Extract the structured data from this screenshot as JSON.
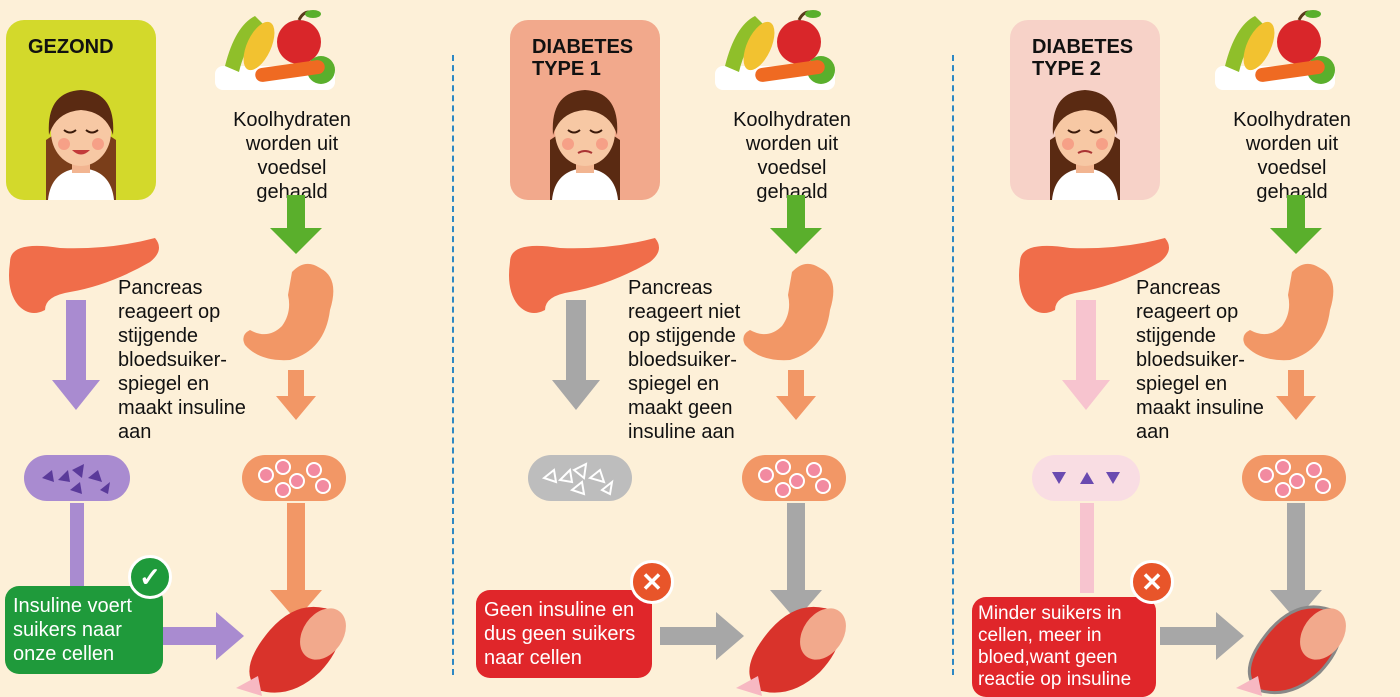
{
  "colors": {
    "background": "#fdf0d8",
    "healthy_badge": "#d3d92b",
    "type1_badge": "#f2a98c",
    "type2_badge": "#f7d2c8",
    "green_arrow": "#5aaf2c",
    "purple_insulin": "#a98bd0",
    "orange_sugar": "#f29766",
    "grey": "#a7a7a7",
    "success_green": "#1f9a3b",
    "error_red": "#e0262a"
  },
  "panels": [
    {
      "title": "GEZOND",
      "carbs_text": "Koolhydraten\nworden uit\nvoedsel gehaald",
      "pancreas_text": "Pancreas\nreageert op\nstijgende\nbloedsuiker-\nspiegel en\nmaakt insuline\naan",
      "outcome_text": "Insuline voert\nsuikers naar\nonze cellen",
      "outcome_icon": "check-icon"
    },
    {
      "title": "DIABETES\nTYPE 1",
      "carbs_text": "Koolhydraten\nworden uit\nvoedsel gehaald",
      "pancreas_text": "Pancreas\nreageert niet\nop stijgende\nbloedsuiker-\nspiegel en\nmaakt geen\ninsuline aan",
      "outcome_text": "Geen insuline en\ndus geen suikers\nnaar cellen",
      "outcome_icon": "cross-icon"
    },
    {
      "title": "DIABETES\nTYPE 2",
      "carbs_text": "Koolhydraten\nworden uit\nvoedsel gehaald",
      "pancreas_text": "Pancreas\nreageert op\nstijgende\nbloedsuiker-\nspiegel en\nmaakt insuline\naan",
      "outcome_text": "Minder suikers in\ncellen, meer  in\nbloed,want geen\nreactie op insuline",
      "outcome_icon": "cross-icon"
    }
  ]
}
